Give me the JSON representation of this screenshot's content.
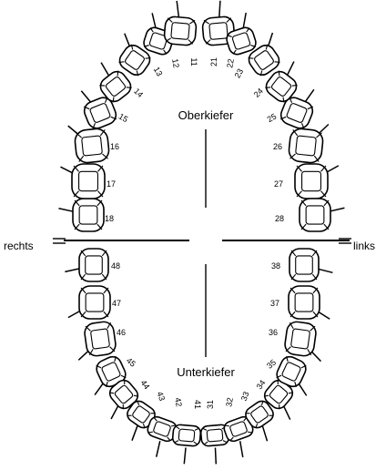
{
  "labels": {
    "upper_jaw": "Oberkiefer",
    "lower_jaw": "Unterkiefer",
    "right": "rechts",
    "left": "links"
  },
  "upper_teeth": [
    "18",
    "17",
    "16",
    "15",
    "14",
    "13",
    "12",
    "11",
    "21",
    "22",
    "23",
    "24",
    "25",
    "26",
    "27",
    "28"
  ],
  "lower_teeth": [
    "48",
    "47",
    "46",
    "45",
    "44",
    "43",
    "42",
    "41",
    "31",
    "32",
    "33",
    "34",
    "35",
    "36",
    "37",
    "38"
  ]
}
